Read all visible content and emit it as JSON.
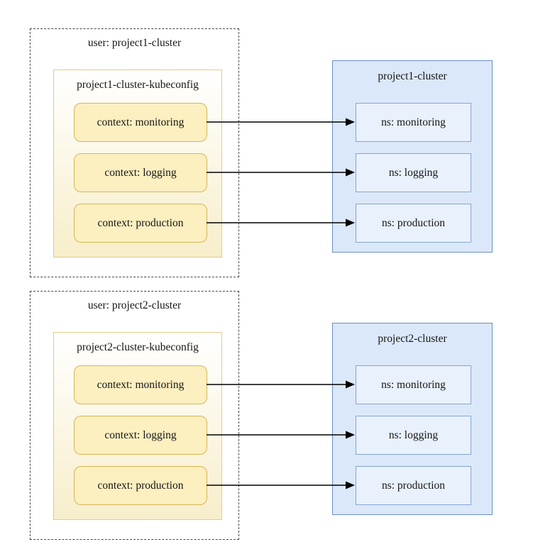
{
  "diagram": {
    "sections": [
      {
        "user_label": "user: project1-cluster",
        "kubeconfig": {
          "title": "project1-cluster-kubeconfig",
          "contexts": [
            "context: monitoring",
            "context: logging",
            "context: production"
          ]
        },
        "cluster": {
          "title": "project1-cluster",
          "namespaces": [
            "ns: monitoring",
            "ns: logging",
            "ns: production"
          ]
        }
      },
      {
        "user_label": "user: project2-cluster",
        "kubeconfig": {
          "title": "project2-cluster-kubeconfig",
          "contexts": [
            "context: monitoring",
            "context: logging",
            "context: production"
          ]
        },
        "cluster": {
          "title": "project2-cluster",
          "namespaces": [
            "ns: monitoring",
            "ns: logging",
            "ns: production"
          ]
        }
      }
    ],
    "colors": {
      "dashed_border": "#474747",
      "kubeconfig_border": "#e2cc86",
      "kubeconfig_fill_top": "#ffffff",
      "kubeconfig_fill_bottom": "#f8eecb",
      "context_fill": "#fcefc0",
      "context_border": "#d6b656",
      "cluster_fill": "#dbe8fa",
      "cluster_border": "#6c8ebf",
      "namespace_fill": "#e9f1fc",
      "namespace_border": "#85a6d0",
      "arrow": "#000000"
    }
  }
}
